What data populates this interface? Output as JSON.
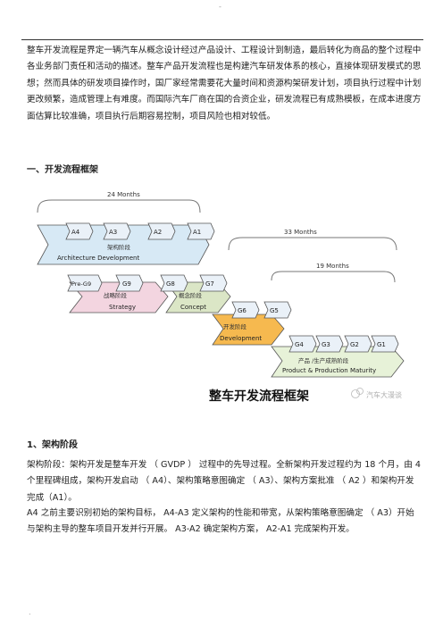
{
  "page": {
    "top_mark": "-",
    "bottom_mark": "."
  },
  "intro": "整车开发流程是界定一辆汽车从概念设计经过产品设计、工程设计到制造，最后转化为商品的整个过程中各业务部门责任和活动的描述。整车产品开发流程也是构建汽车研发体系的核心，直接体现研发模式的思想；然而具体的研发项目操作时，国厂家经常需要花大量时间和资源构架研发计划，项目执行过程中计划更改频繁，造成管理上有难度。而国际汽车厂商在国的合资企业，研发流程已有成熟模板，在成本进度方面估算比较准确，项目执行后期容易控制，项目风险也相对较低。",
  "section1_title": "一、开发流程框架",
  "diagram": {
    "span1": "24 Months",
    "span2": "33 Months",
    "span3": "19 Months",
    "arch_gates": [
      "A4",
      "A3",
      "A2",
      "A1"
    ],
    "arch_cn": "架构阶段",
    "arch_en": "Architecture Development",
    "strategy_gates": [
      "Pre-G9",
      "G9"
    ],
    "strategy_cn": "战略阶段",
    "strategy_en": "Strategy",
    "concept_gates": [
      "G8",
      "G7"
    ],
    "concept_cn": "概念阶段",
    "concept_en": "Concept",
    "dev_gates": [
      "G6",
      "G5"
    ],
    "dev_cn": "开发阶段",
    "dev_en": "Development",
    "prod_gates": [
      "G4",
      "G3",
      "G2",
      "G1"
    ],
    "prod_cn": "产品 /生产成熟阶段",
    "prod_en": "Product & Production Maturity",
    "caption": "整车开发流程框架",
    "watermark": "汽车大漫谈"
  },
  "sub1_title": "1、架构阶段",
  "para1": "架构阶段：架构开发是整车开发 （ GVDP ） 过程中的先导过程。全新架构开发过程约为 18 个月，由 4 个里程碑组成，架构开发启动 （ A4）、架构策略意图确定 （ A3）、架构方案批准 （ A2 ）和架构开发完成（A1）。",
  "para2": "A4 之前主要识别初始的架构目标， A4-A3 定义架构的性能和带宽，从架构策略意图确定 （ A3）开始与架构主导的整车项目开发并行开展。 A3-A2 确定架构方案， A2-A1 完成架构开发。",
  "colors": {
    "arch_fill": "#d7e9f5",
    "strategy_fill": "#f3d5e0",
    "concept_fill": "#dbe6c6",
    "dev_fill": "#f6b94f",
    "prod_fill": "#e7f2d8",
    "gate_fill": "#eaf1f8",
    "border": "#555555"
  }
}
